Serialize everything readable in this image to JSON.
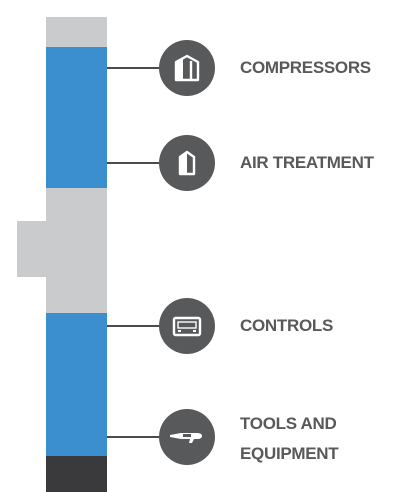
{
  "items": [
    {
      "label": "COMPRESSORS",
      "icon": "compressor-icon"
    },
    {
      "label": "AIR TREATMENT",
      "icon": "air-treatment-icon"
    },
    {
      "label": "CONTROLS",
      "icon": "controls-icon"
    },
    {
      "label_line1": "TOOLS AND",
      "label_line2": "EQUIPMENT",
      "icon": "air-tool-icon"
    }
  ],
  "colors": {
    "bar_blue": "#3b8fcf",
    "bar_gray": "#c9cbcd",
    "bar_dark": "#3a3a3c",
    "icon_circle": "#58595b",
    "label_text": "#58595b"
  }
}
